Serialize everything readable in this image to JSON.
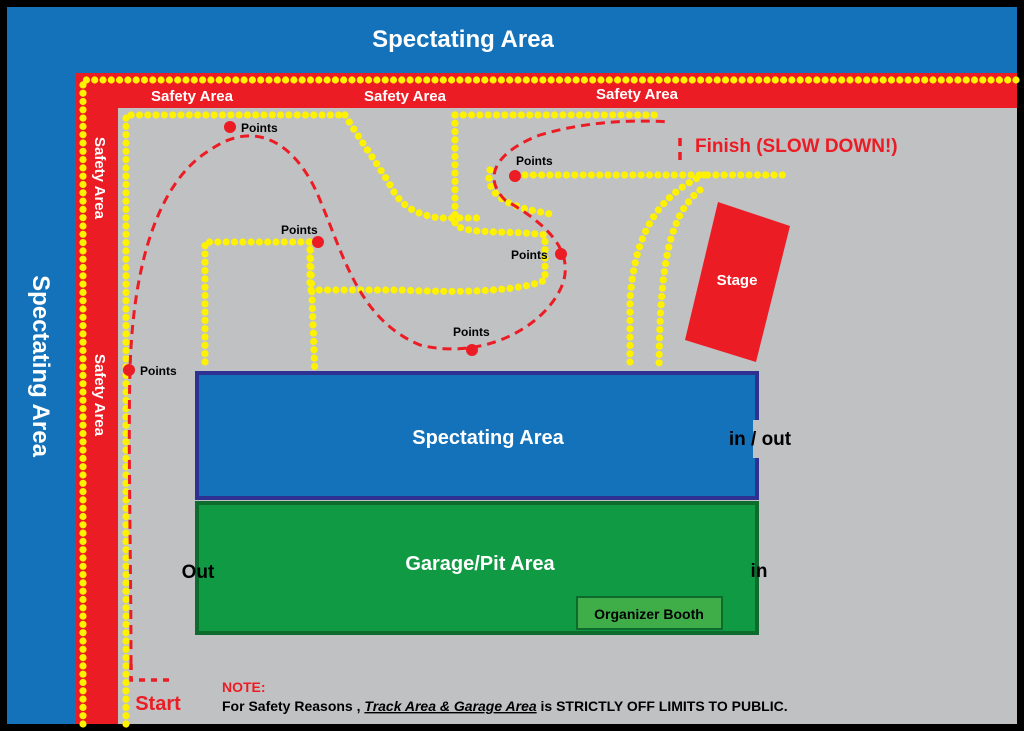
{
  "colors": {
    "spectating": "#1372b9",
    "safety": "#ec1c24",
    "barrier": "#fff200",
    "track": "#c0c1c3",
    "garage": "#119a44",
    "booth": "#3fae49",
    "stage": "#ec1c24",
    "outline_blue": "#2e3192",
    "text_red": "#ec1c24"
  },
  "areas": {
    "spectating_top": "Spectating Area",
    "spectating_left": "Spectating Area",
    "spectating_center": "Spectating Area",
    "garage": "Garage/Pit Area",
    "organizer_booth": "Organizer Booth",
    "stage": "Stage"
  },
  "safety_labels": [
    "Safety Area",
    "Safety Area",
    "Safety Area",
    "Safety Area",
    "Safety Area"
  ],
  "points_label": "Points",
  "points": [
    "Points",
    "Points",
    "Points",
    "Points",
    "Points",
    "Points"
  ],
  "labels": {
    "finish": "Finish (SLOW DOWN!)",
    "start": "Start",
    "in_out": "in / out",
    "out": "Out",
    "in": "in"
  },
  "note": {
    "heading": "NOTE:",
    "prefix": "For Safety Reasons , ",
    "emphasis": "Track Area & Garage Area",
    "suffix": " is STRICTLY OFF LIMITS TO PUBLIC."
  }
}
